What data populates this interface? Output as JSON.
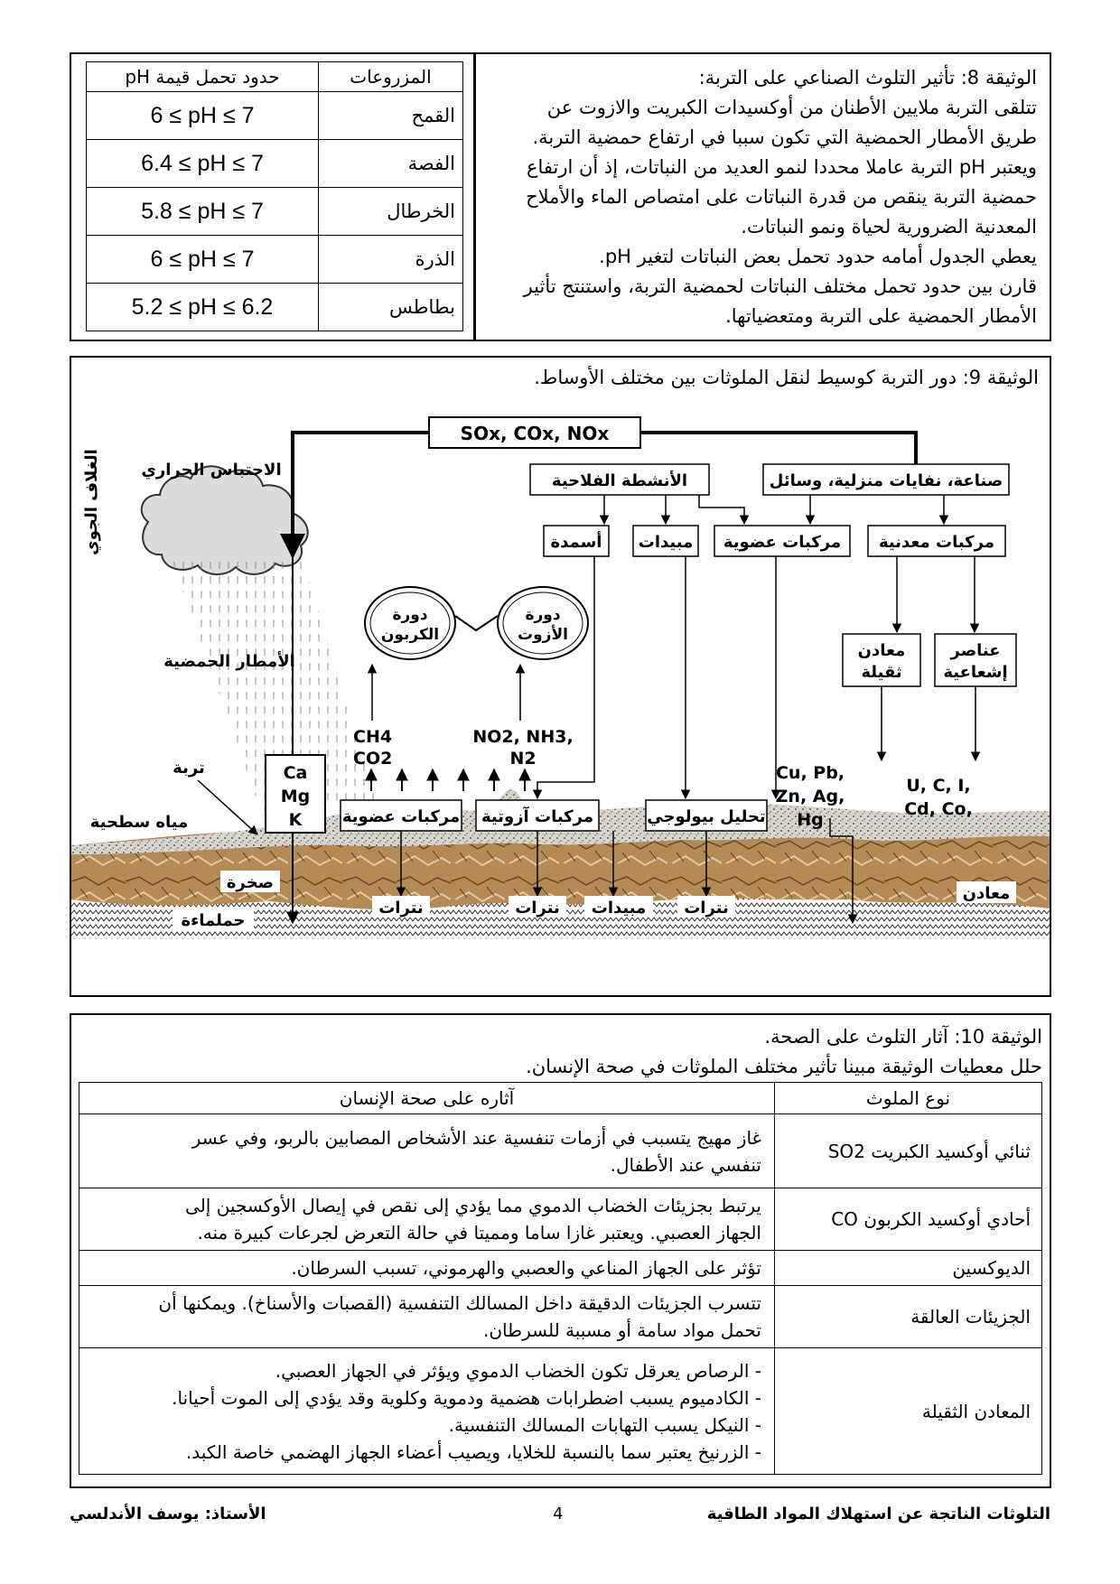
{
  "doc8": {
    "title": "الوثيقة 8: تأثير التلوث الصناعي على التربة:",
    "lines": [
      "تتلقى التربة ملايين الأطنان من أوكسيدات الكبريت والازوت عن",
      "طريق الأمطار الحمضية التي تكون سببا في ارتفاع حمضية التربة.",
      "ويعتبر pH التربة عاملا محددا لنمو العديد من النباتات، إذ أن ارتفاع",
      "حمضية التربة ينقص من قدرة النباتات على امتصاص الماء والأملاح",
      "المعدنية الضرورية لحياة ونمو النباتات.",
      "يعطي الجدول أمامه حدود تحمل بعض النباتات لتغير pH.",
      "قارن بين حدود تحمل مختلف النباتات لحمضية التربة، واستنتج تأثير",
      "الأمطار الحمضية على التربة ومتعضياتها."
    ],
    "table": {
      "header_crop": "المزروعات",
      "header_range": "حدود تحمل قيمة pH",
      "rows": [
        {
          "crop": "القمح",
          "range": "6 ≤ pH ≤ 7"
        },
        {
          "crop": "الفصة",
          "range": "6.4 ≤ pH ≤ 7"
        },
        {
          "crop": "الخرطال",
          "range": "5.8 ≤ pH ≤ 7"
        },
        {
          "crop": "الذرة",
          "range": "6 ≤ pH ≤ 7"
        },
        {
          "crop": "بطاطس",
          "range": "5.2 ≤ pH ≤ 6.2"
        }
      ]
    }
  },
  "doc9": {
    "title": "الوثيقة 9: دور التربة كوسيط لنقل الملوثات بين مختلف الأوساط.",
    "labels": {
      "gases": "SOx, COx, NOx",
      "atmosphere": "الغلاف الجوي",
      "greenhouse": "الاحتباس الحراري",
      "agri": "الأنشطة الفلاحية",
      "industry": "صناعة، نفايات منزلية، وسائل",
      "fertilizers": "أسمدة",
      "pesticides": "مبيدات",
      "organic": "مركبات عضوية",
      "mineral": "مركبات معدنية",
      "carbon_cycle_1": "دورة",
      "carbon_cycle_2": "الكربون",
      "nitrogen_cycle_1": "دورة",
      "nitrogen_cycle_2": "الأزوت",
      "acid_rain": "الأمطار الحمضية",
      "heavy_metals_1": "معادن",
      "heavy_metals_2": "ثقيلة",
      "radioactive_1": "عناصر",
      "radioactive_2": "إشعاعية",
      "ch4": "CH4",
      "co2": "CO2",
      "no_gases_1": "NO2, NH3,",
      "no_gases_2": "N2",
      "ca": "Ca",
      "mg": "Mg",
      "k": "K",
      "soil": "تربة",
      "surface_water": "مياه سطحية",
      "organic_compounds": "مركبات عضوية",
      "nitrogen_compounds": "مركبات آزوتية",
      "biodegradation": "تحليل بيولوجي",
      "metals_1": "Cu, Pb,",
      "metals_2": "Zn, Ag,",
      "metals_3": "Hg",
      "radio_1": "U, C, I,",
      "radio_2": "Cd, Co,",
      "rock": "صخرة",
      "groundwater": "حملماءة",
      "nitrates_1": "نترات",
      "nitrates_2": "نترات",
      "pesticides_bottom": "مبيدات",
      "nitrates_3": "نترات",
      "metals_bottom": "معادن"
    }
  },
  "doc10": {
    "title": "الوثيقة 10: آثار التلوث على الصحة.",
    "subtitle": "حلل معطيات الوثيقة مبينا تأثير مختلف الملوثات في صحة الإنسان.",
    "header_pollutant": "نوع الملوث",
    "header_effects": "آثاره على صحة الإنسان",
    "rows": [
      {
        "pollutant": "ثنائي أوكسيد الكبريت SO2",
        "effects": [
          "غاز مهيج يتسبب في أزمات تنفسية عند الأشخاص المصابين بالربو، وفي عسر",
          "تنفسي عند الأطفال."
        ]
      },
      {
        "pollutant": "أحادي أوكسيد الكربون CO",
        "effects": [
          "يرتبط بجزيئات الخضاب الدموي مما يؤدي إلى نقص في إيصال الأوكسجين إلى",
          "الجهاز العصبي. ويعتبر غازا ساما ومميتا في حالة التعرض لجرعات كبيرة منه."
        ]
      },
      {
        "pollutant": "الديوكسين",
        "effects": [
          "تؤثر على الجهاز المناعي والعصبي والهرموني، تسبب السرطان."
        ]
      },
      {
        "pollutant": "الجزيئات العالقة",
        "effects": [
          "تتسرب الجزيئات الدقيقة داخل المسالك التنفسية (القصبات والأسناخ). ويمكنها أن",
          "تحمل مواد سامة أو مسببة للسرطان."
        ]
      },
      {
        "pollutant": "المعادن الثقيلة",
        "effects": [
          "- الرصاص يعرقل تكون الخضاب الدموي ويؤثر في الجهاز العصبي.",
          "- الكادميوم يسبب اضطرابات هضمية ودموية وكلوية وقد يؤدي إلى الموت أحيانا.",
          "- النيكل يسبب التهابات المسالك التنفسية.",
          "- الزرنيخ يعتبر سما بالنسبة للخلايا، ويصيب أعضاء الجهاز الهضمي خاصة الكبد."
        ]
      }
    ]
  },
  "footer": {
    "right": "التلوثات الناتجة عن استهلاك المواد الطاقية",
    "page": "4",
    "left": "الأستاذ: يوسف الأندلسي"
  }
}
